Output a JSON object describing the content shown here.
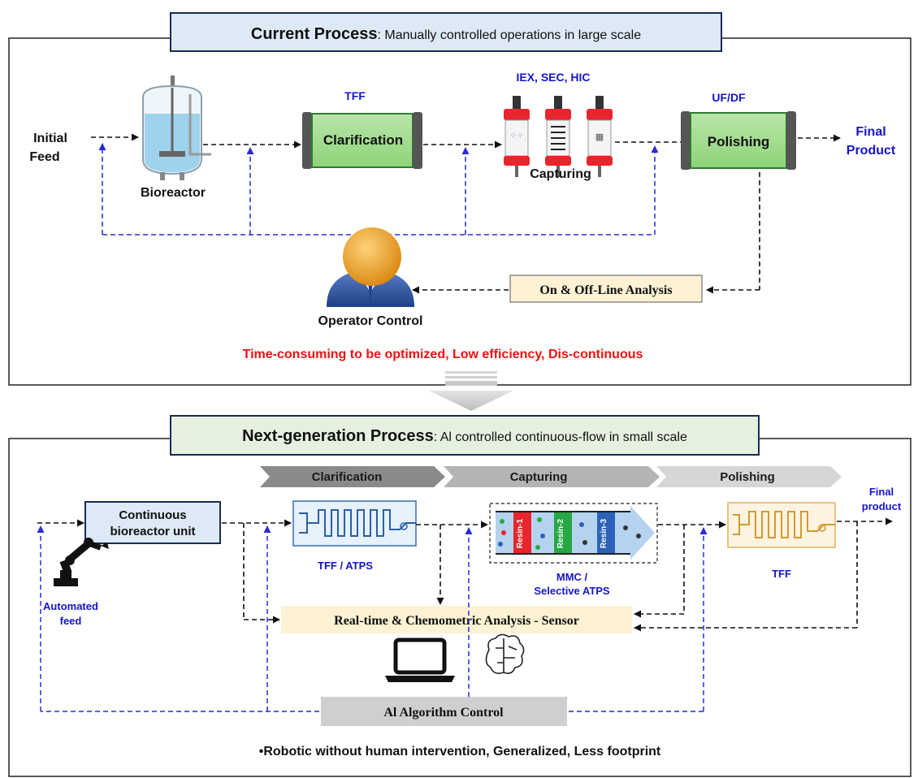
{
  "top": {
    "title_bold": "Current Process",
    "title_rest": ": Manually controlled operations in large scale",
    "initial_feed_line1": "Initial",
    "initial_feed_line2": "Feed",
    "bioreactor": "Bioreactor",
    "tff": "TFF",
    "clarification": "Clarification",
    "iex": "IEX, SEC, HIC",
    "capturing": "Capturing",
    "ufdf": "UF/DF",
    "polishing": "Polishing",
    "final_line1": "Final",
    "final_line2": "Product",
    "analysis": "On & Off-Line Analysis",
    "operator": "Operator Control",
    "issues": "Time-consuming to be optimized,  Low efficiency,  Dis-continuous"
  },
  "bottom": {
    "title_bold": "Next-generation Process",
    "title_rest": ": Al controlled continuous-flow in small scale",
    "stage_clarification": "Clarification",
    "stage_capturing": "Capturing",
    "stage_polishing": "Polishing",
    "bioreactor_line1": "Continuous",
    "bioreactor_line2": "bioreactor unit",
    "automated_line1": "Automated",
    "automated_line2": "feed",
    "tff_atps": "TFF / ATPS",
    "resin1": "Resin-1",
    "resin2": "Resin-2",
    "resin3": "Resin-3",
    "mmc_line1": "MMC /",
    "mmc_line2": "Selective ATPS",
    "tff": "TFF",
    "final_line1": "Final",
    "final_line2": "product",
    "sensor": "Real-time & Chemometric Analysis - Sensor",
    "ai_control": "Al Algorithm  Control",
    "benefits": "•Robotic without human intervention,   Generalized,   Less footprint"
  },
  "colors": {
    "blue_text": "#1515cc",
    "red_text": "#ee1111",
    "feedback_line": "#2b2bd6",
    "title_box_top": "#dde9f5",
    "title_box_bottom": "#e6f0e0",
    "analysis_box": "#fdf2d4",
    "ai_box": "#cfcfcf"
  }
}
